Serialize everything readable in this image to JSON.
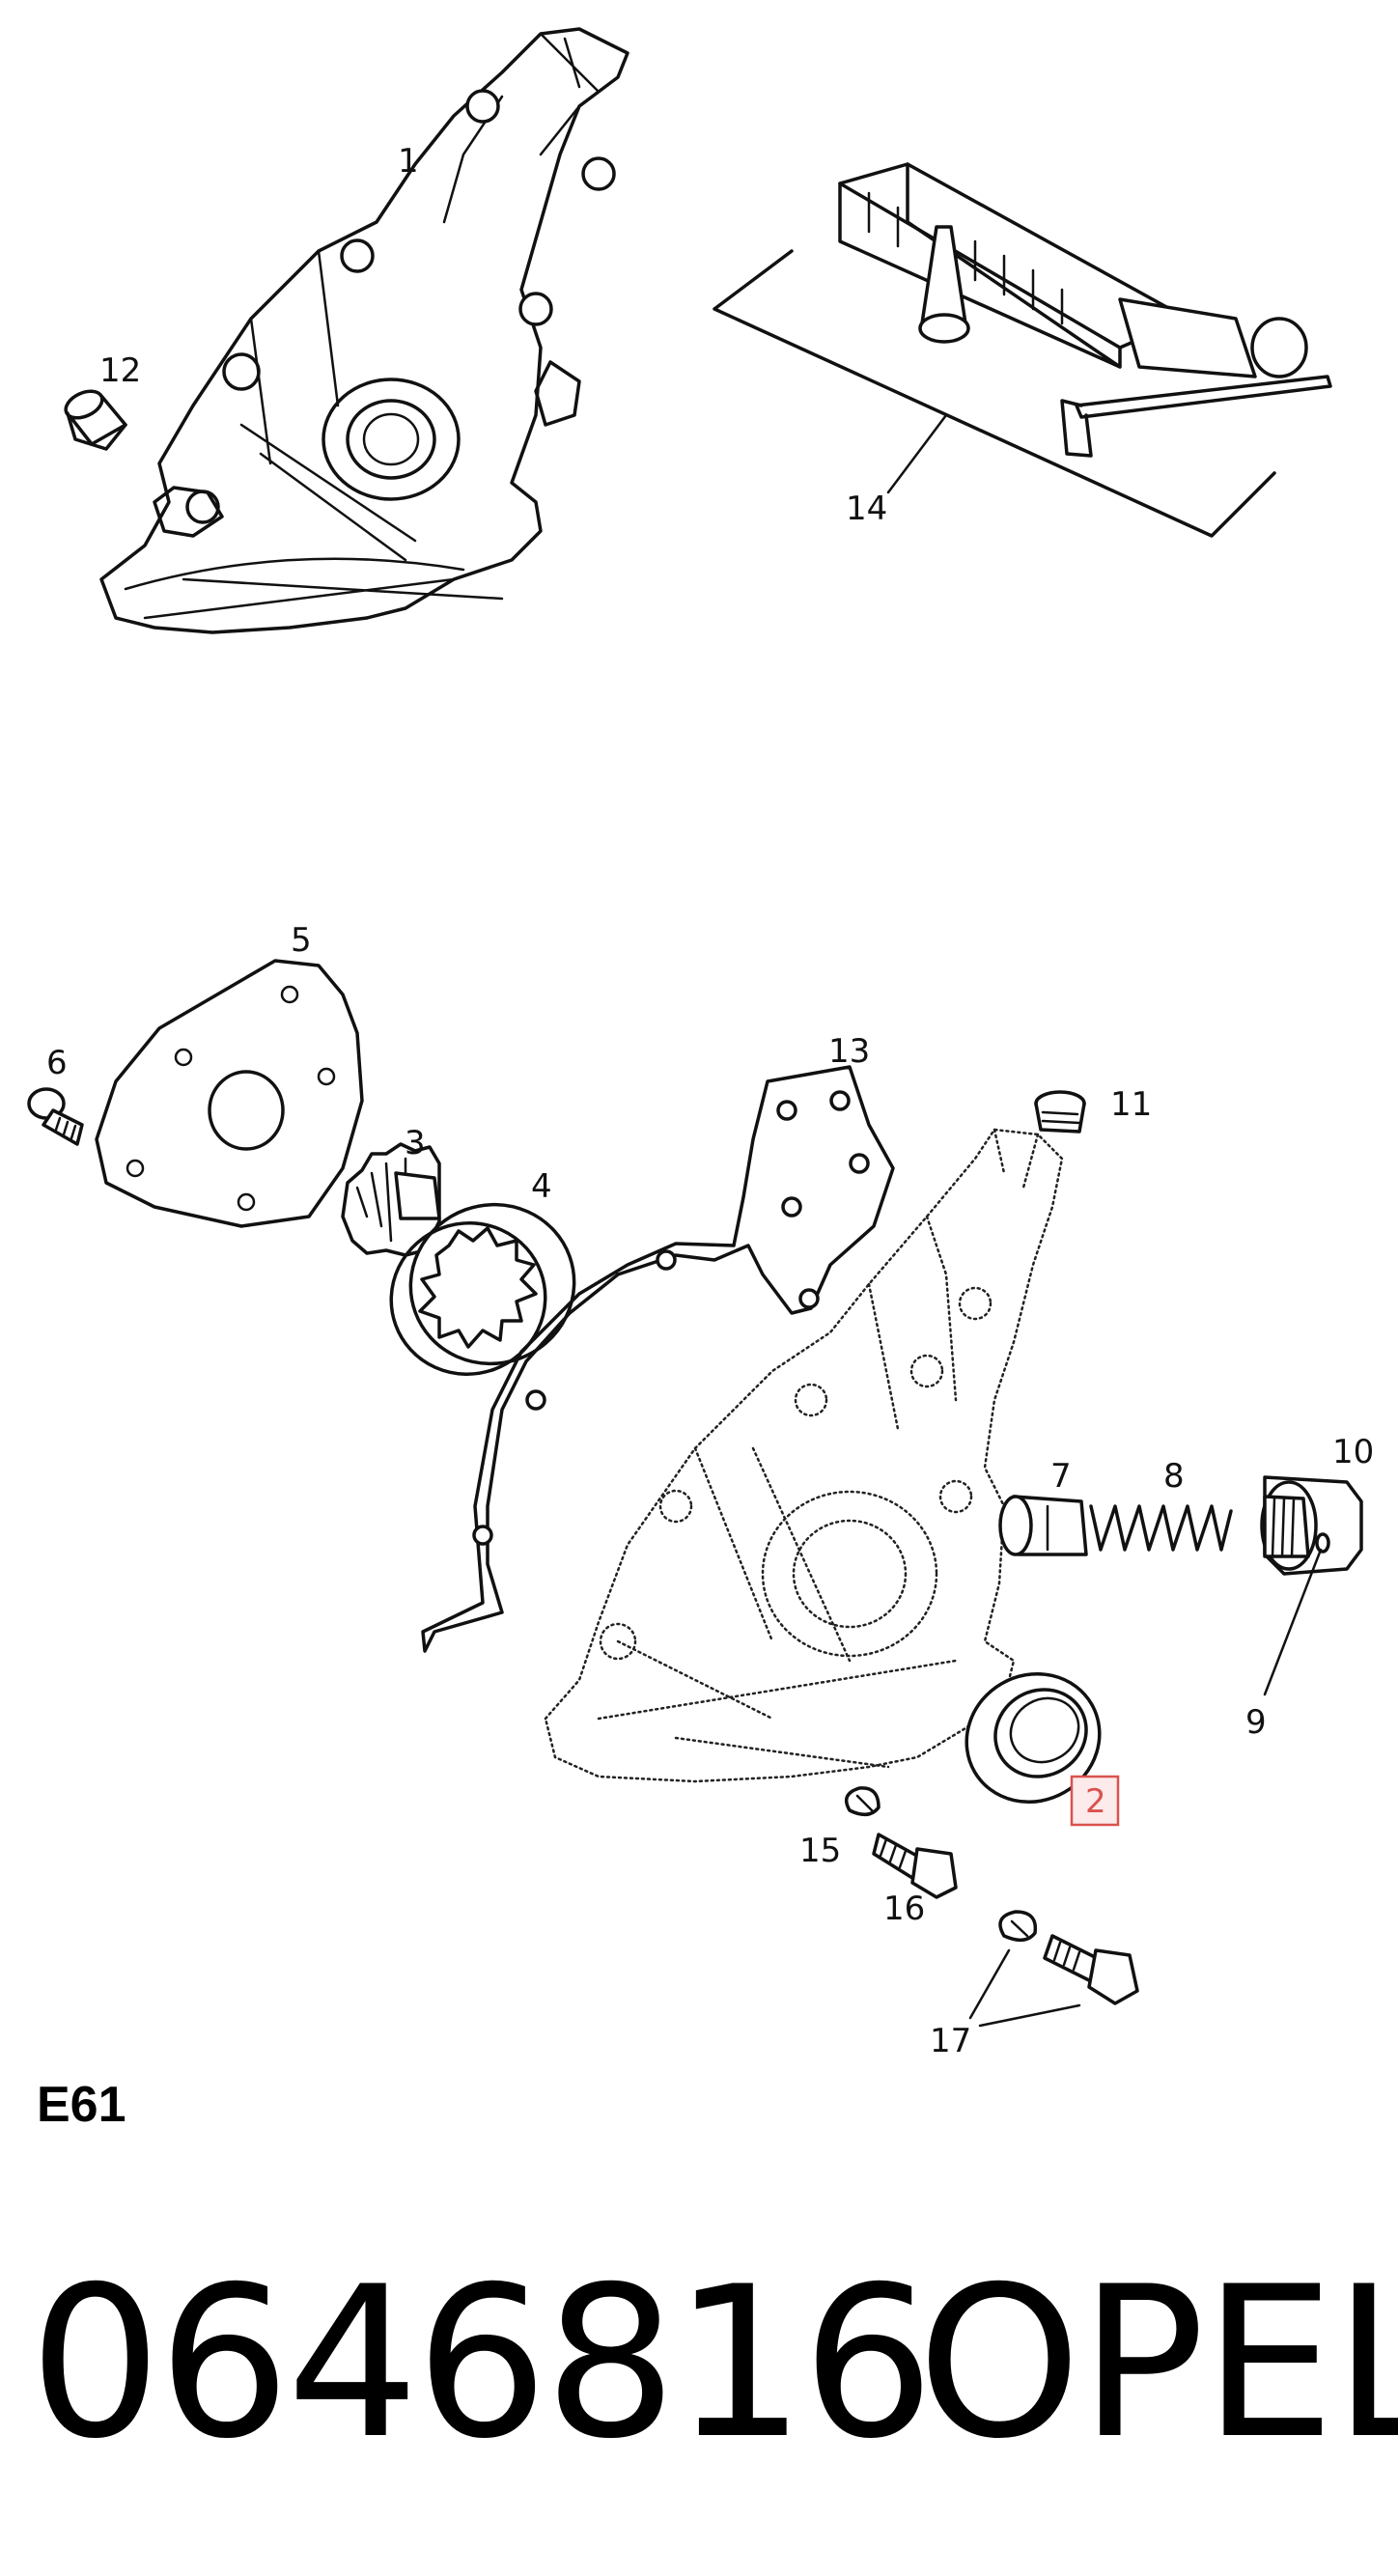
{
  "callouts": {
    "c1": "1",
    "c2": "2",
    "c3": "3",
    "c4": "4",
    "c5": "5",
    "c6": "6",
    "c7": "7",
    "c8": "8",
    "c9": "9",
    "c10": "10",
    "c11": "11",
    "c12": "12",
    "c13": "13",
    "c14": "14",
    "c15": "15",
    "c16": "16",
    "c17": "17"
  },
  "highlight": {
    "callout": "2",
    "color": "#d9534f"
  },
  "section_code": "E61",
  "part_number": "0646816",
  "brand": "OPEL"
}
